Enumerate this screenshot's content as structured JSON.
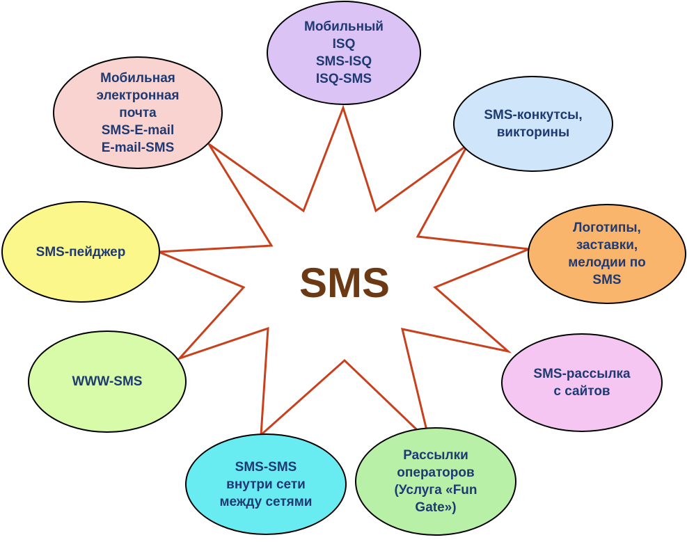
{
  "center": {
    "label": "SMS"
  },
  "colors": {
    "star_stroke": "#c8401c",
    "center_text": "#6b3a14",
    "node_text": "#1f3a73",
    "mobile_isq": "#dcc3f5",
    "sms_contests": "#cfe5fa",
    "logos": "#f9b56b",
    "site_mailing": "#f6c6f2",
    "operator_mailing": "#b9f0a8",
    "sms_sms": "#69ecf1",
    "www_sms": "#d7fba9",
    "pager": "#fbf78b",
    "mobile_email": "#f9d3cf"
  },
  "nodes": {
    "mobile_isq": "Мобильный\nISQ\nSMS-ISQ\nISQ-SMS",
    "sms_contests": "SMS-конкутсы,\nвикторины",
    "logos": "Логотипы,\nзаставки,\nмелодии по\nSMS",
    "site_mailing": "SMS-рассылка\nс сайтов",
    "operator_mailing": "Рассылки\nоператоров\n(Услуга «Fun\nGate»)",
    "sms_sms": "SMS-SMS\nвнутри сети\nмежду сетями",
    "www_sms": "WWW-SMS",
    "pager": "SMS-пейджер",
    "mobile_email": "Мобильная\nэлектронная\nпочта\nSMS-E-mail\nE-mail-SMS"
  }
}
